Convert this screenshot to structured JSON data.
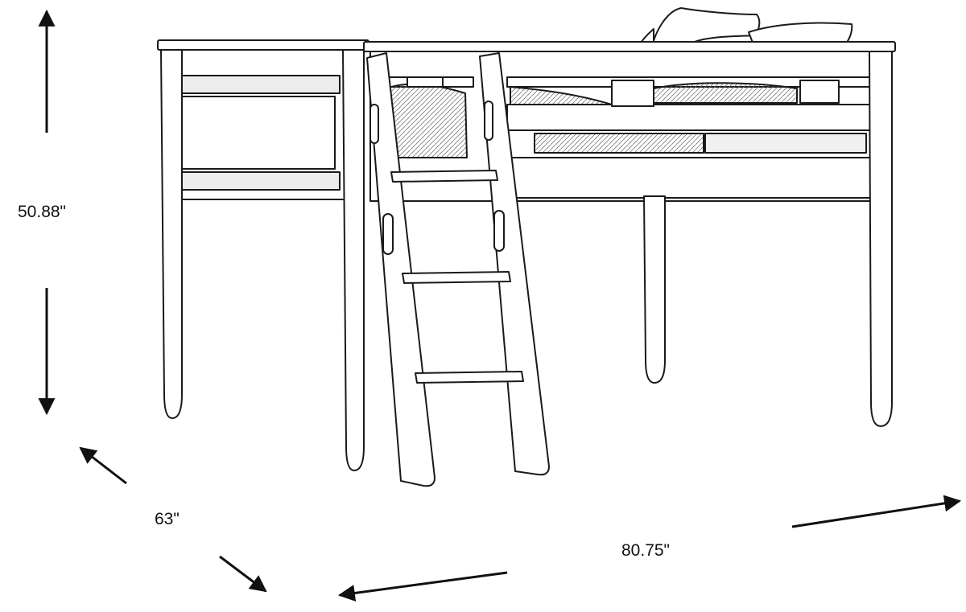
{
  "dimensions": {
    "height": "50.88\"",
    "depth": "63\"",
    "width": "80.75\""
  },
  "colors": {
    "line": "#1a1a1a",
    "fill": "#ffffff",
    "shade": "#d9d9d9"
  }
}
